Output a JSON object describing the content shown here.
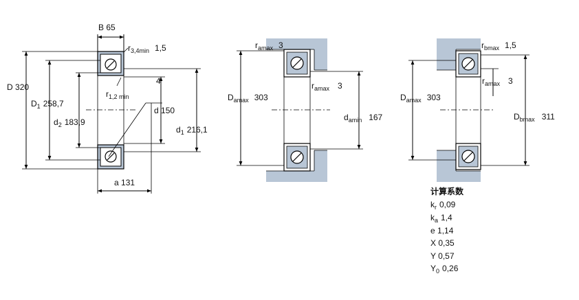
{
  "bearing_section": {
    "B": {
      "sym": "B",
      "val": "65"
    },
    "r34": {
      "sym": "r",
      "sub": "3,4min",
      "val": "1,5"
    },
    "r12": {
      "sym": "r",
      "sub": "1,2 min",
      "val": "4"
    },
    "D": {
      "sym": "D",
      "val": "320"
    },
    "D1": {
      "sym": "D",
      "sub": "1",
      "val": "258,7"
    },
    "d2": {
      "sym": "d",
      "sub": "2",
      "val": "183,9"
    },
    "d": {
      "sym": "d",
      "val": "150"
    },
    "d1": {
      "sym": "d",
      "sub": "1",
      "val": "216,1"
    },
    "a": {
      "sym": "a",
      "val": "131"
    }
  },
  "mounting_a": {
    "ramax_top": {
      "sym": "r",
      "sub": "amax",
      "val": "3"
    },
    "ramax_side": {
      "sym": "r",
      "sub": "amax",
      "val": "3"
    },
    "Damax": {
      "sym": "D",
      "sub": "amax",
      "val": "303"
    },
    "damin": {
      "sym": "d",
      "sub": "amin",
      "val": "167"
    }
  },
  "mounting_b": {
    "rbmax": {
      "sym": "r",
      "sub": "bmax",
      "val": "1,5"
    },
    "ramax": {
      "sym": "r",
      "sub": "amax",
      "val": "3"
    },
    "Damax": {
      "sym": "D",
      "sub": "amax",
      "val": "303"
    },
    "Dbmax": {
      "sym": "D",
      "sub": "bmax",
      "val": "311"
    }
  },
  "factors": {
    "title": "计算系数",
    "kr": {
      "sym": "k",
      "sub": "r",
      "val": "0,09"
    },
    "ka": {
      "sym": "k",
      "sub": "a",
      "val": "1,4"
    },
    "e": {
      "sym": "e",
      "val": "1,14"
    },
    "X": {
      "sym": "X",
      "val": "0,35"
    },
    "Y": {
      "sym": "Y",
      "val": "0,57"
    },
    "Y0": {
      "sym": "Y",
      "sub": "0",
      "val": "0,26"
    }
  },
  "colors": {
    "housing_shade": "#b8c6d6",
    "line": "#000000"
  }
}
